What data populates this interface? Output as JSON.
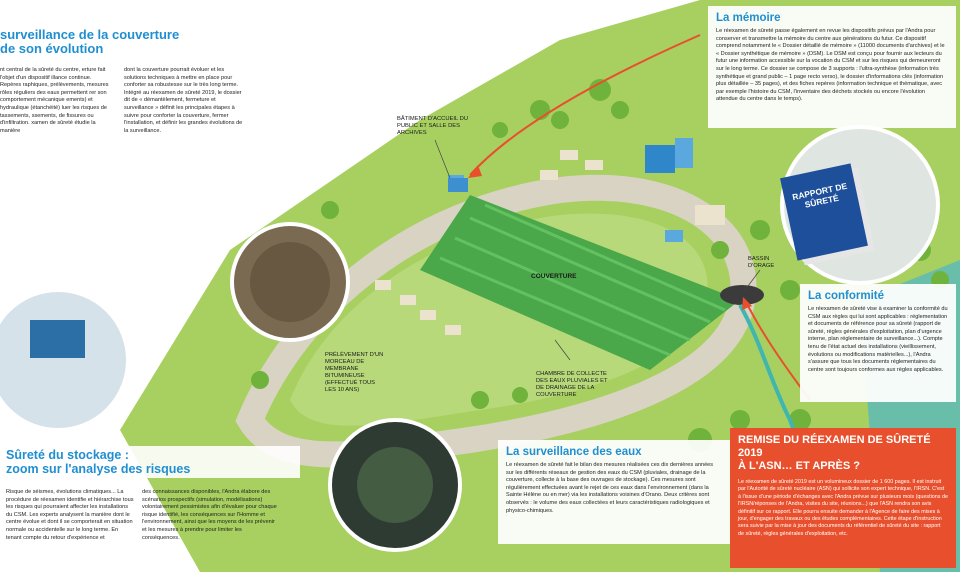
{
  "colors": {
    "accent": "#1f8fd1",
    "alert": "#e8502d",
    "grass": "#8fc14a",
    "cover": "#4aa84a",
    "road": "#c9c2b3",
    "arrow": "#e8502d",
    "teal_pipe": "#3fb6b0"
  },
  "top_left": {
    "title_line1": "surveillance de la couverture",
    "title_line2": "de son évolution",
    "col1": "nt central de la sûreté du centre, erture fait l'objet d'un dispositif illance continue. Repères raphiques, prélèvements, mesures rôles réguliers des eaux permettent rer son comportement mécanique ements) et hydraulique (étanchéité) luer les risques de tassements, ssements, de fissures ou d'infiltration. xamen de sûreté étudie la manière",
    "col2": "dont la couverture pourrait évoluer et les solutions techniques à mettre en place pour conforter sa robustesse sur le très long terme. Intégré au réexamen de sûreté 2019, le dossier dit de « démantèlement, fermeture et surveillance » définit les principales étapes à suivre pour conforter la couverture, fermer l'installation, et définir les grandes évolutions de la surveillance."
  },
  "callouts": {
    "batiment": "BÂTIMENT D'ACCUEIL DU PUBLIC ET SALLE DES ARCHIVES",
    "bassin": "BASSIN D'ORAGE",
    "couverture": "COUVERTURE",
    "prelevement": "PRÉLÈVEMENT D'UN MORCEAU DE MEMBRANE BITUMINEUSE (EFFECTUÉ TOUS LES 10 ANS)",
    "chambre": "CHAMBRE DE COLLECTE DES EAUX PLUVIALES ET DE DRAINAGE DE LA COUVERTURE"
  },
  "memoire": {
    "title": "La mémoire",
    "text": "Le réexamen de sûreté passe également en revue les dispositifs prévus par l'Andra pour conserver et transmettre la mémoire du centre aux générations du futur. Ce dispositif comprend notamment le « Dossier détaillé de mémoire » (11000 documents d'archives) et le « Dossier synthétique de mémoire » (DSM). Le DSM est conçu pour fournir aux lecteurs du futur une information accessible sur la vocation du CSM et sur les risques qui demeureront sur le long terme. Ce dossier se compose de 3 supports : l'ultra-synthèse (information très synthétique et grand public – 1 page recto verso), le dossier d'informations clés (information plus détaillée – 35 pages), et des fiches repères (information technique et thématique, avec par exemple l'histoire du CSM, l'inventaire des déchets stockés ou encore l'évolution attendue du centre dans le temps)."
  },
  "rapport": {
    "cover_text": "RAPPORT DE SÛRETÉ"
  },
  "conformite": {
    "title": "La conformité",
    "text": "Le réexamen de sûreté vise à examiner la conformité du CSM aux règles qui lui sont applicables : réglementation et documents de référence pour sa sûreté (rapport de sûreté, règles générales d'exploitation, plan d'urgence interne, plan réglementaire de surveillance...). Compte tenu de l'état actuel des installations (vieillissement, évolutions ou modifications matérielles...), l'Andra s'assure que tous les documents réglementaires du centre sont toujours conformes aux règles applicables."
  },
  "surete": {
    "title_line1": "Sûreté du stockage :",
    "title_line2": "zoom sur l'analyse des risques",
    "col1": "Risque de séismes, évolutions climatiques... La procédure de réexamen identifie et hiérarchise tous les risques qui pourraient affecter les installations du CSM. Les experts analysent la manière dont le centre évolue et dont il se comporterait en situation normale ou accidentelle sur le long terme. En tenant compte du retour d'expérience et",
    "col2": "des connaissances disponibles, l'Andra élabore des scénarios prospectifs (simulation, modélisations) volontairement pessimistes afin d'évaluer pour chaque risque identifié, les conséquences sur l'Homme et l'environnement, ainsi que les moyens de les prévenir et les mesures à prendre pour limiter les conséquences."
  },
  "eaux": {
    "title": "La surveillance des eaux",
    "text": "Le réexamen de sûreté fait le bilan des mesures réalisées ces dix dernières années sur les différents réseaux de gestion des eaux du CSM (pluviales, drainage de la couverture, collecte à la base des ouvrages de stockage). Ces mesures sont régulièrement effectuées avant le rejet de ces eaux dans l'environnement (dans la Sainte Hélène ou en mer) via les installations voisines d'Orano. Deux critères sont observés : le volume des eaux collectées et leurs caractéristiques radiologiques et physico-chimiques."
  },
  "remise": {
    "title_line1": "REMISE DU RÉEXAMEN DE SÛRETÉ 2019",
    "title_line2": "À L'ASN… ET APRÈS ?",
    "text": "Le réexamen de sûreté 2019 est un volumineux dossier de 1 600 pages. Il est instruit par l'Autorité de sûreté nucléaire (ASN) qui sollicite son expert technique, l'IRSN. C'est à l'issue d'une période d'échanges avec l'Andra prévue sur plusieurs mois (questions de l'IRSN/réponses de l'Andra, visites du site, réunions...) que l'ASN rendra son avis définitif sur ce rapport. Elle pourra ensuite demander à l'Agence de faire des mises à jour, d'engager des travaux ou des études complémentaires. Cette étape d'instruction sera suivie par la mise à jour des documents du référentiel de sûreté du site : rapport de sûreté, règles générales d'exploitation, etc."
  }
}
